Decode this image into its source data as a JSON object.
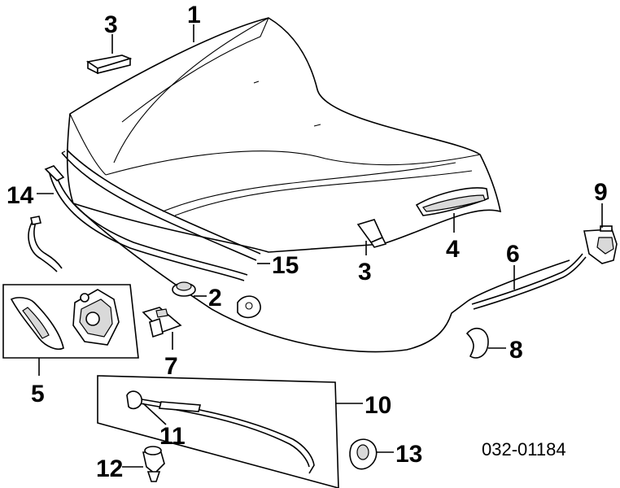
{
  "diagram": {
    "catalog_code": "032-01184",
    "callouts": {
      "c1": "1",
      "c2": "2",
      "c3a": "3",
      "c3b": "3",
      "c4": "4",
      "c5": "5",
      "c6": "6",
      "c7": "7",
      "c8": "8",
      "c9": "9",
      "c10": "10",
      "c11": "11",
      "c12": "12",
      "c13": "13",
      "c14": "14",
      "c15": "15"
    }
  }
}
